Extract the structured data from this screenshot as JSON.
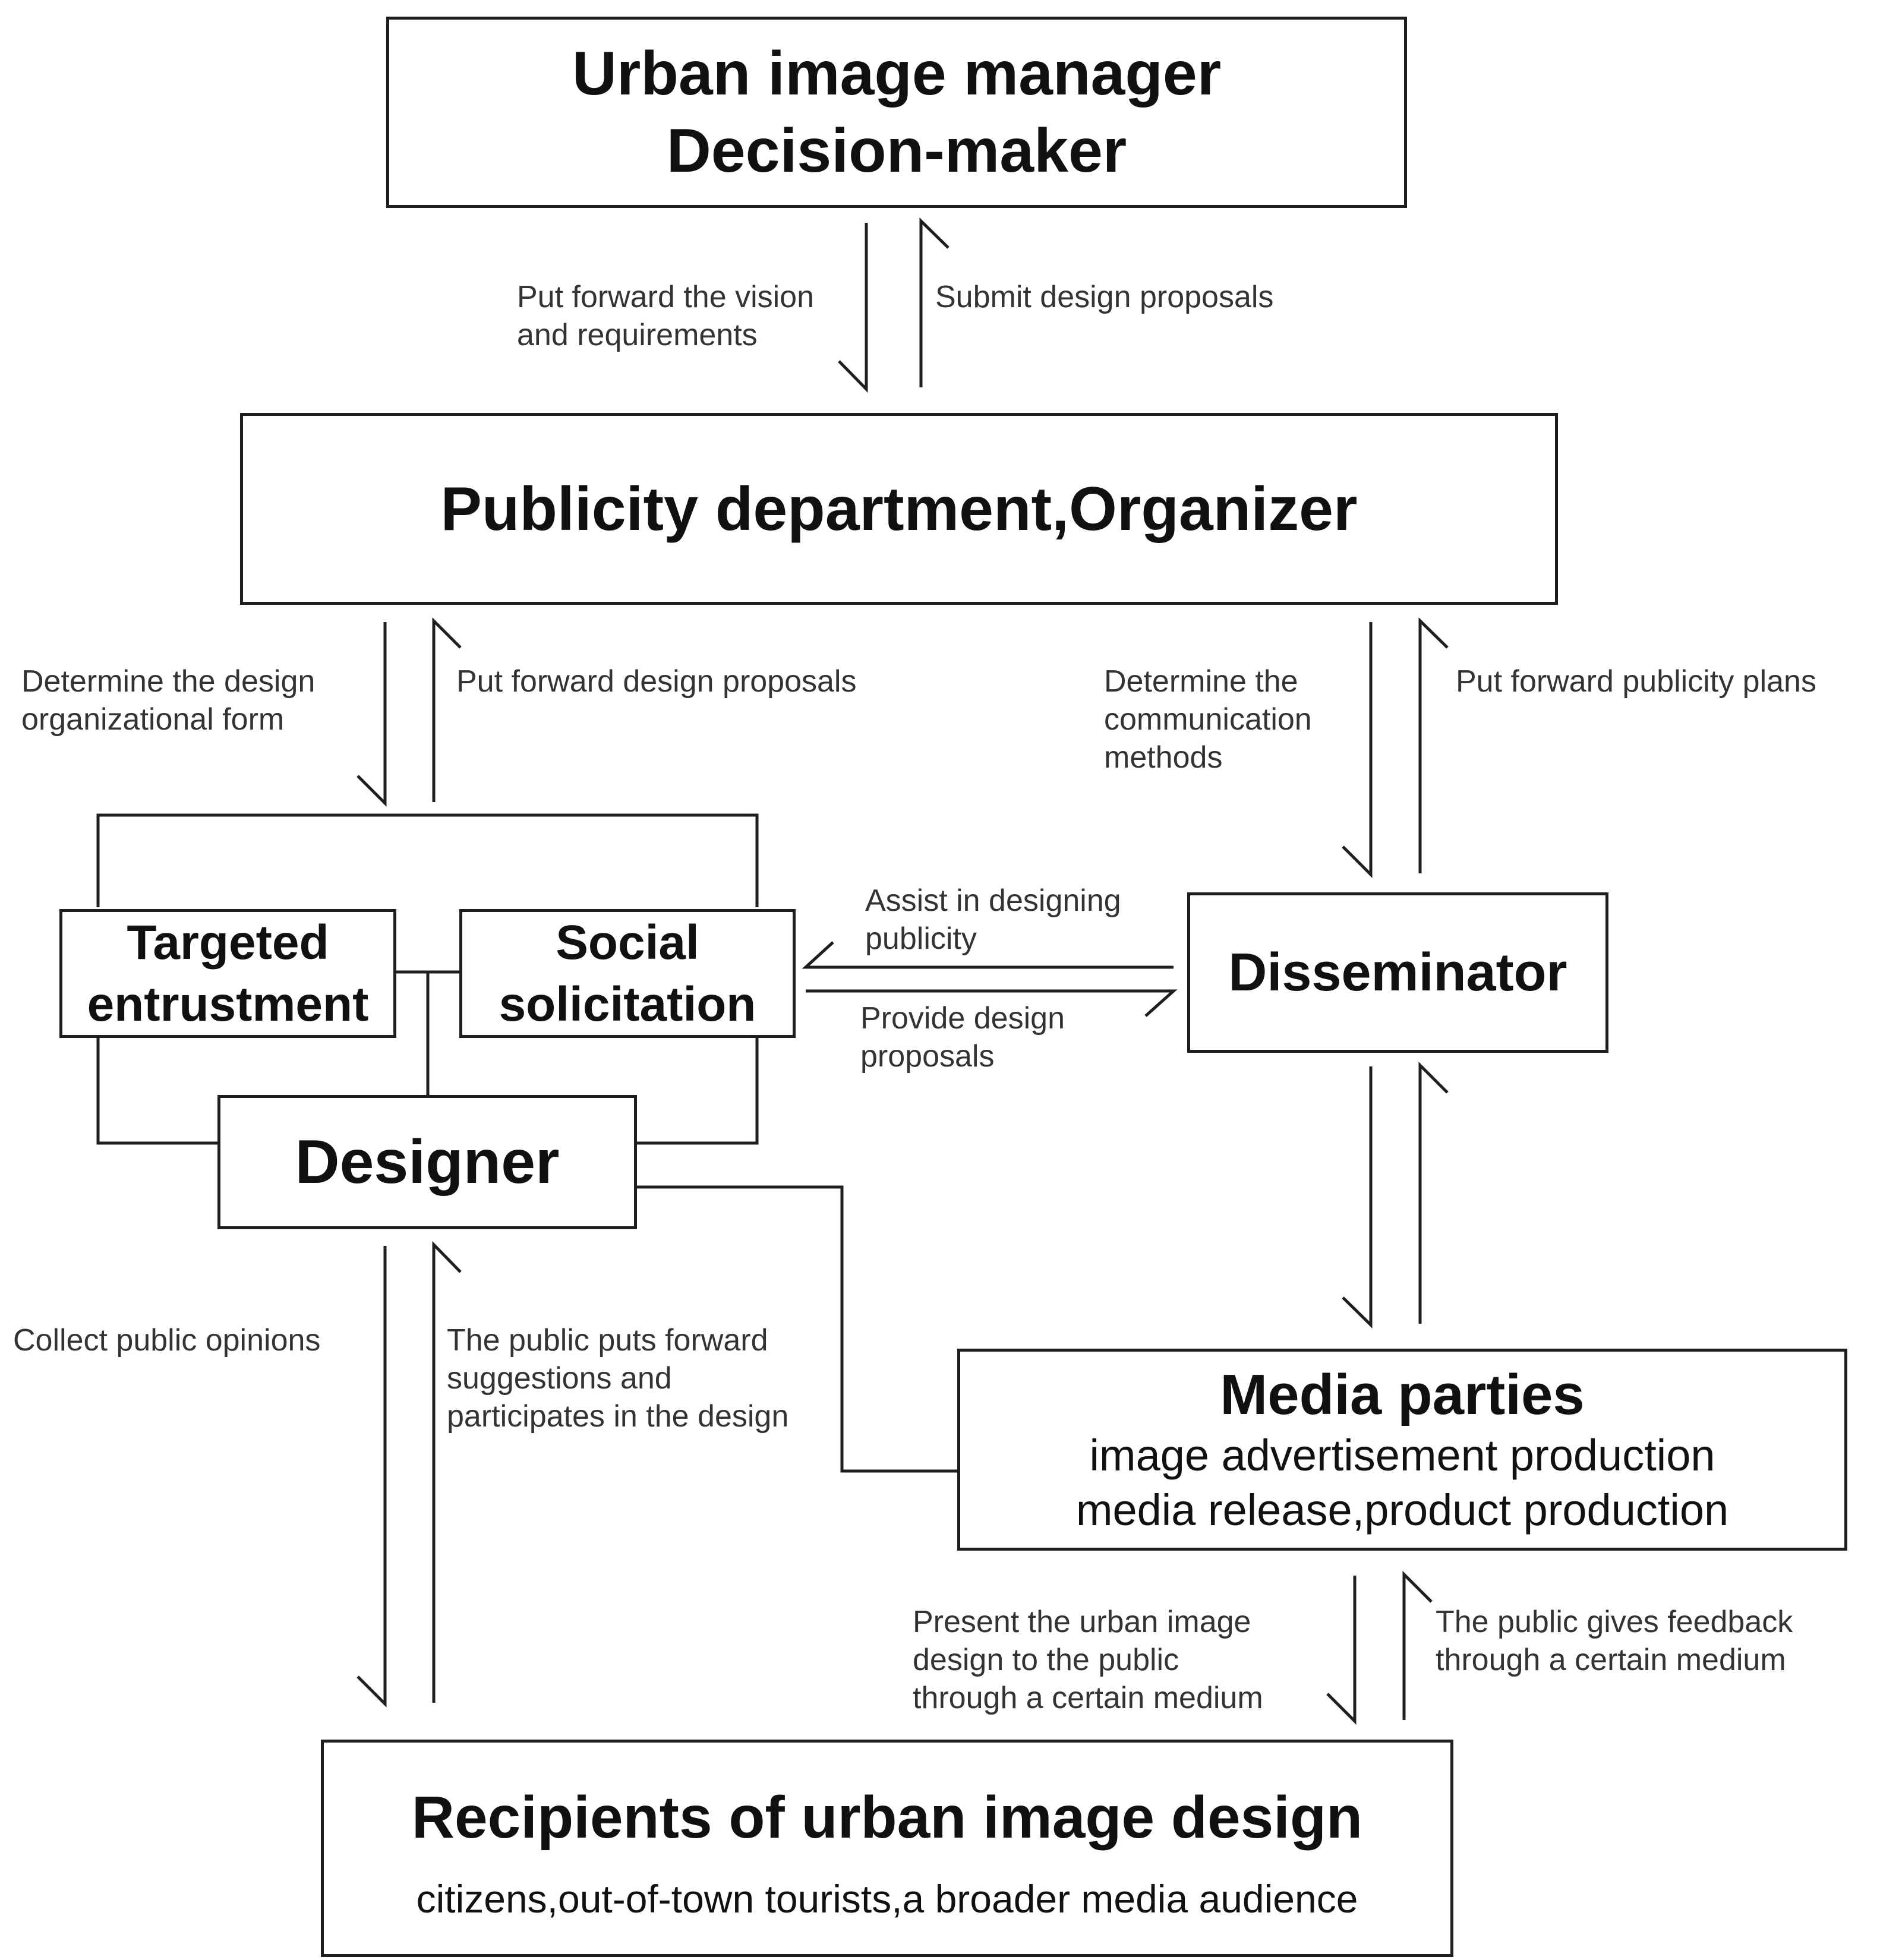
{
  "nodes": {
    "manager": {
      "title": "Urban image manager",
      "title2": "Decision-maker"
    },
    "publicity": {
      "title": "Publicity department,Organizer"
    },
    "targeted": {
      "title": "Targeted",
      "title2": "entrustment"
    },
    "social": {
      "title": "Social",
      "title2": "solicitation"
    },
    "designer": {
      "title": "Designer"
    },
    "disseminator": {
      "title": "Disseminator"
    },
    "media": {
      "title": "Media parties",
      "line1": "image advertisement production",
      "line2": "media release,product production"
    },
    "recipients": {
      "title": "Recipients of urban image design",
      "subtitle": "citizens,out-of-town tourists,a broader media audience"
    }
  },
  "edges": {
    "vision": {
      "line1": "Put forward the vision",
      "line2": "and requirements"
    },
    "submit": {
      "line1": "Submit design proposals"
    },
    "determine_form": {
      "line1": "Determine the design",
      "line2": "organizational form"
    },
    "put_design": {
      "line1": "Put forward design proposals"
    },
    "determine_comm": {
      "line1": "Determine the",
      "line2": "communication",
      "line3": "methods"
    },
    "put_plans": {
      "line1": "Put forward publicity plans"
    },
    "assist": {
      "line1": "Assist in designing",
      "line2": "publicity"
    },
    "provide": {
      "line1": "Provide design",
      "line2": "proposals"
    },
    "collect": {
      "line1": "Collect public opinions"
    },
    "public_puts": {
      "line1": "The public puts forward",
      "line2": "suggestions and",
      "line3": "participates in the design"
    },
    "present": {
      "line1": "Present the urban image",
      "line2": "design to the public",
      "line3": "through a certain medium"
    },
    "feedback": {
      "line1": "The public gives feedback",
      "line2": "through a certain medium"
    }
  }
}
